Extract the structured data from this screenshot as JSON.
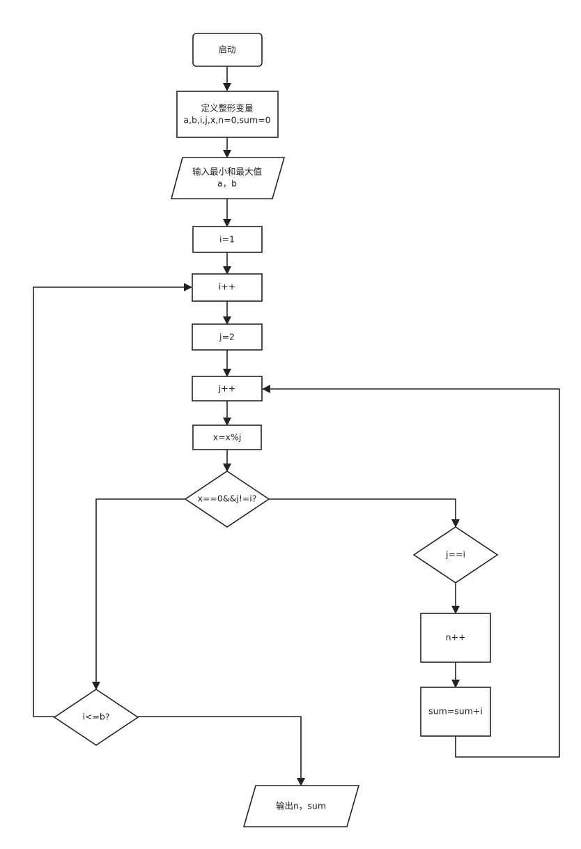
{
  "nodes": {
    "start": {
      "lines": [
        "启动"
      ]
    },
    "define_vars": {
      "lines": [
        "定义整形变量",
        "a,b,i,j,x,n=0,sum=0"
      ]
    },
    "input_range": {
      "lines": [
        "输入最小和最大值",
        "a，b"
      ]
    },
    "init_i": {
      "lines": [
        "i=1"
      ]
    },
    "inc_i": {
      "lines": [
        "i++"
      ]
    },
    "init_j": {
      "lines": [
        "j=2"
      ]
    },
    "inc_j": {
      "lines": [
        "j++"
      ]
    },
    "mod_x": {
      "lines": [
        "x=x%j"
      ]
    },
    "cond_divisible": {
      "lines": [
        "x==0&&j!=i?"
      ]
    },
    "cond_j_equals_i": {
      "lines": [
        "j==i"
      ]
    },
    "inc_n": {
      "lines": [
        "n++"
      ]
    },
    "add_sum": {
      "lines": [
        "sum=sum+i"
      ]
    },
    "cond_i_le_b": {
      "lines": [
        "i<=b?"
      ]
    },
    "output": {
      "lines": [
        "输出n，sum"
      ]
    }
  }
}
